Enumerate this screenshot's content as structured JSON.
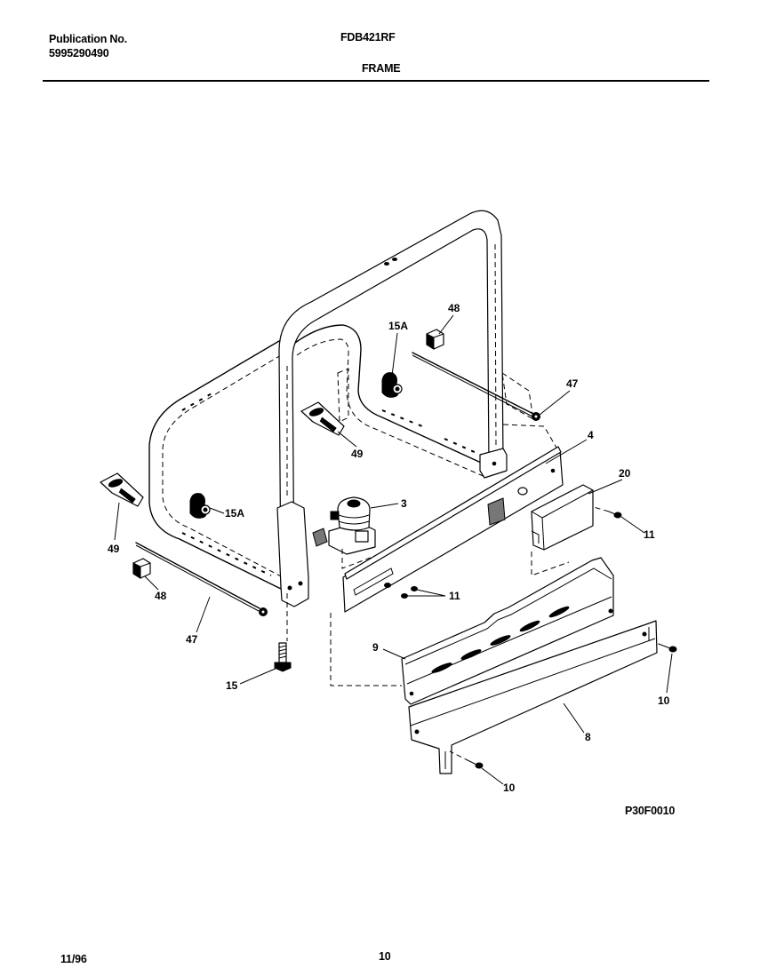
{
  "header": {
    "publication_label": "Publication No.",
    "publication_number": "5995290490",
    "model_number": "FDB421RF",
    "section_title": "FRAME"
  },
  "callouts": [
    "48",
    "15A",
    "47",
    "4",
    "20",
    "3",
    "15A",
    "11",
    "49",
    "49",
    "48",
    "11",
    "47",
    "9",
    "15",
    "10",
    "8",
    "10"
  ],
  "diagram_code": "P30F0010",
  "footer": {
    "date": "11/96",
    "page_number": "10"
  }
}
